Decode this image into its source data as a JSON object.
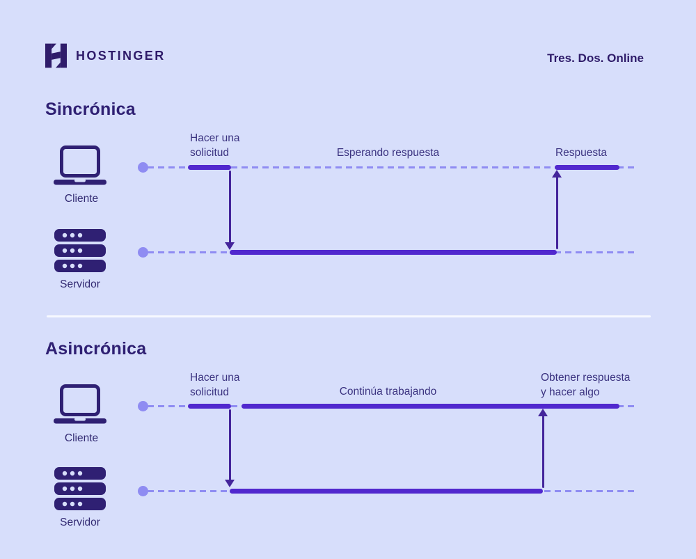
{
  "header": {
    "brand": "HOSTINGER",
    "tagline": "Tres. Dos. Online"
  },
  "colors": {
    "background": "#D7DEFB",
    "brand_dark": "#2F1C6A",
    "title": "#2F2073",
    "label": "#3B3380",
    "segment": "#5128CE",
    "arrow": "#44259B",
    "dashed_line": "#8F8CF2",
    "divider": "#F7F9FF"
  },
  "icons": {
    "logo": "hostinger-h-logo",
    "client": "laptop-icon",
    "server": "server-stack-icon"
  },
  "sync": {
    "title": "Sincrónica",
    "client": "Cliente",
    "server": "Servidor",
    "request_l1": "Hacer una",
    "request_l2": "solicitud",
    "waiting": "Esperando respuesta",
    "response": "Respuesta"
  },
  "async": {
    "title": "Asincrónica",
    "client": "Cliente",
    "server": "Servidor",
    "request_l1": "Hacer una",
    "request_l2": "solicitud",
    "working": "Continúa trabajando",
    "response_l1": "Obtener respuesta",
    "response_l2": "y hacer algo"
  }
}
